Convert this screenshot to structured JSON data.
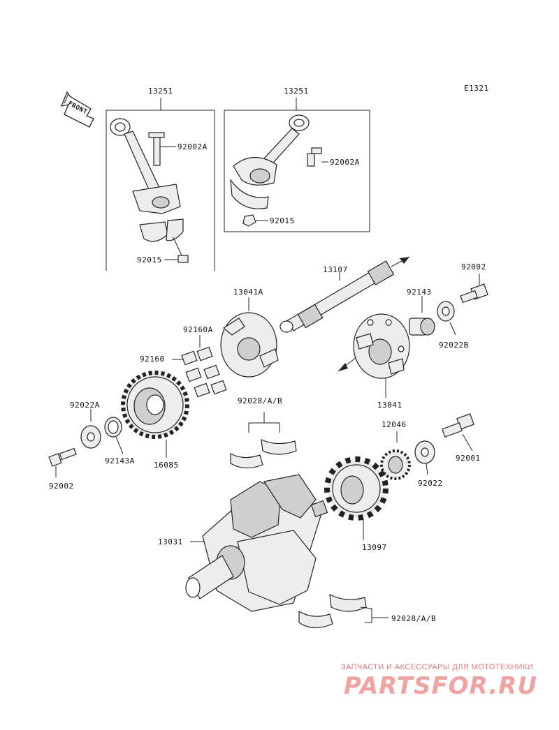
{
  "diagram_code": "E1321",
  "front_label": "FRONT",
  "labels": {
    "conrod_left": "13251",
    "conrod_right": "13251",
    "bolt_left": "92002A",
    "bolt_right": "92002A",
    "nut_left": "92015",
    "nut_right": "92015",
    "bolt_top_right": "92002",
    "shaft": "13107",
    "spacer_right": "92143",
    "washer_right": "92022B",
    "flange_a": "13041A",
    "damper_a": "92160A",
    "damper": "92160",
    "flange": "13041",
    "bearing_top": "92028/A/B",
    "washer_left": "92022A",
    "spacer_left": "92143A",
    "gear": "16085",
    "bolt_left_lower": "92002",
    "gear_small": "12046",
    "bolt_right_lower": "92001",
    "washer_right_lower": "92022",
    "crankshaft": "13031",
    "sprocket": "13097",
    "bearing_bottom": "92028/A/B"
  },
  "watermark": {
    "tagline": "ЗАПЧАСТИ И АКСЕССУАРЫ ДЛЯ МОТОТЕХНИКИ",
    "brand": "PARTSFOR.RU"
  }
}
